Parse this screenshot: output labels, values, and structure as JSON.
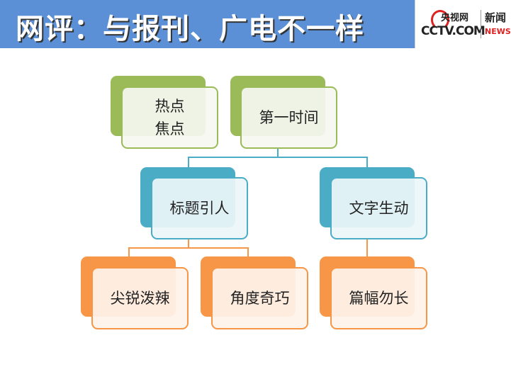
{
  "header": {
    "title": "网评：与报刊、广电不一样"
  },
  "logo": {
    "cn": "央视网",
    "cctv": "CCTV.COM",
    "xinwen": "新闻",
    "news": "NEWS"
  },
  "colors": {
    "green": "#9bbb59",
    "blue": "#4bacc6",
    "orange": "#f79646",
    "header": "#5b8fd6"
  },
  "nodes": {
    "n1a": "热点",
    "n1b": "焦点",
    "n2": "第一时间",
    "n3": "标题引人",
    "n4": "文字生动",
    "n5": "尖锐泼辣",
    "n6": "角度奇巧",
    "n7": "篇幅勿长"
  }
}
